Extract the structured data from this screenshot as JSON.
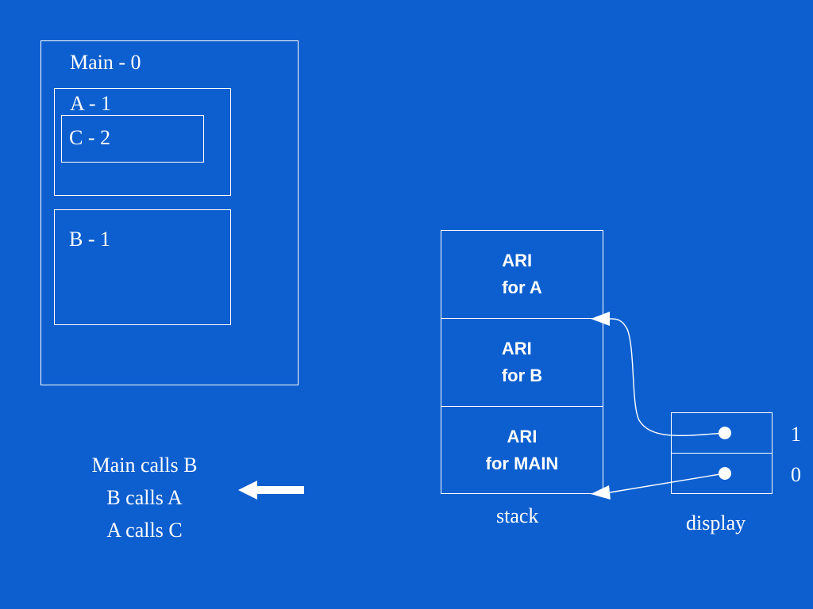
{
  "scopes": {
    "main": "Main - 0",
    "a": "A - 1",
    "c": "C - 2",
    "b": "B - 1"
  },
  "calls": [
    "Main calls B",
    "B calls A",
    "A calls C"
  ],
  "stack": {
    "label": "stack",
    "frames": [
      {
        "line1": "ARI",
        "line2": "for A"
      },
      {
        "line1": "ARI",
        "line2": "for B"
      },
      {
        "line1": "ARI",
        "line2": "for MAIN"
      }
    ]
  },
  "display": {
    "label": "display",
    "indices": [
      "1",
      "0"
    ]
  },
  "colors": {
    "background": "#0d5fcf",
    "foreground": "#ffffff"
  }
}
